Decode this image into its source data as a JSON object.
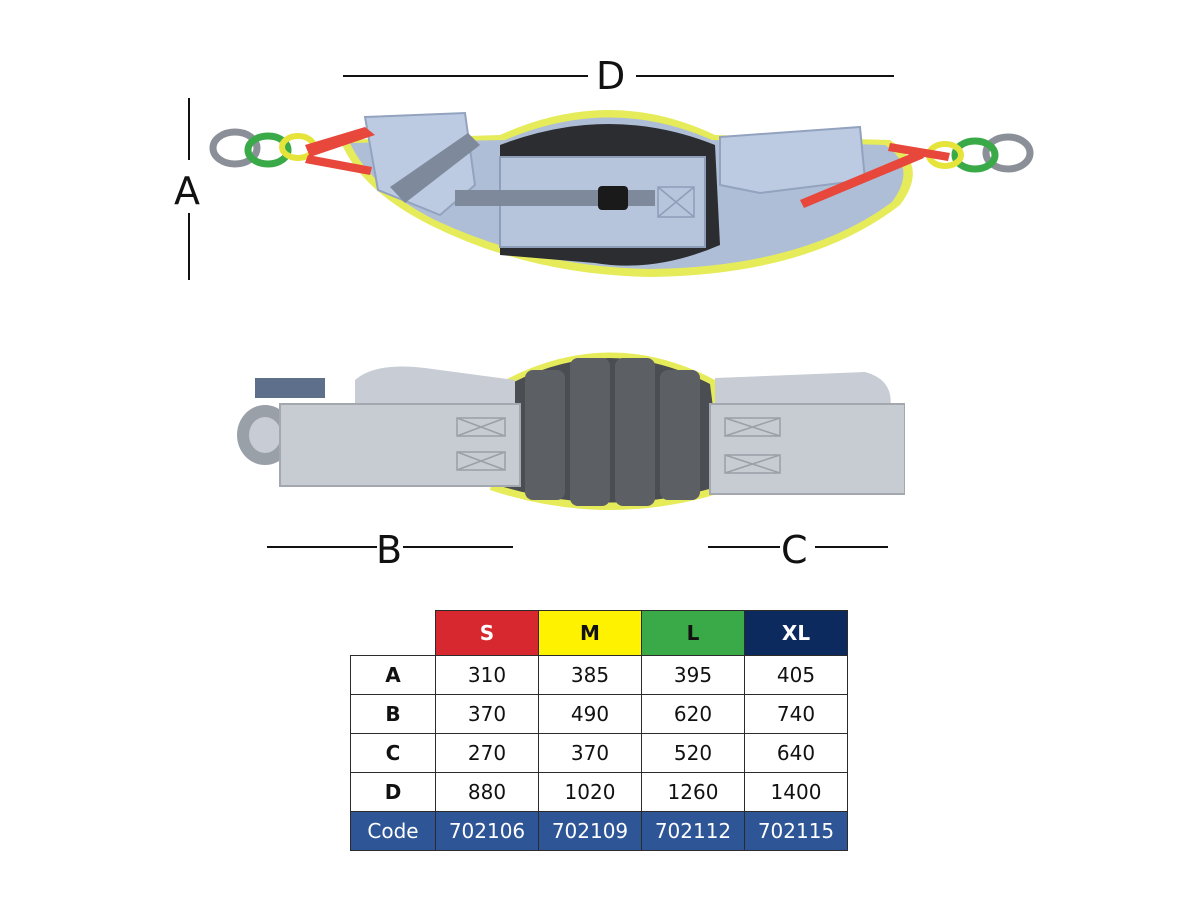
{
  "dimensions": {
    "top_label": "D",
    "side_label": "A",
    "left_label": "B",
    "right_label": "C"
  },
  "table": {
    "sizes": [
      {
        "label": "S",
        "color": "#d7282f",
        "text_color": "#ffffff"
      },
      {
        "label": "M",
        "color": "#fff200",
        "text_color": "#111111"
      },
      {
        "label": "L",
        "color": "#3aaa49",
        "text_color": "#111111"
      },
      {
        "label": "XL",
        "color": "#0d2a5e",
        "text_color": "#ffffff"
      }
    ],
    "rows": [
      {
        "label": "A",
        "values": [
          "310",
          "385",
          "395",
          "405"
        ]
      },
      {
        "label": "B",
        "values": [
          "370",
          "490",
          "620",
          "740"
        ]
      },
      {
        "label": "C",
        "values": [
          "270",
          "370",
          "520",
          "640"
        ]
      },
      {
        "label": "D",
        "values": [
          "880",
          "1020",
          "1260",
          "1400"
        ]
      }
    ],
    "code_row": {
      "label": "Code",
      "values": [
        "702106",
        "702109",
        "702112",
        "702115"
      ],
      "color": "#2e5596"
    }
  }
}
